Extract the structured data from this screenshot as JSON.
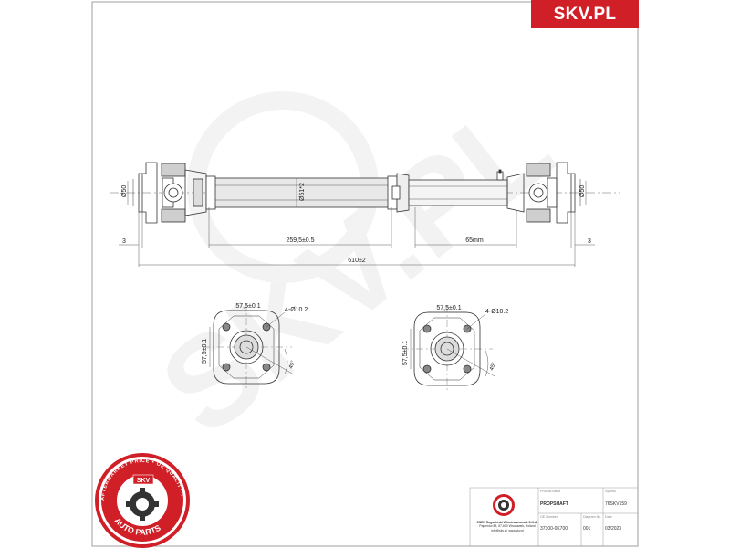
{
  "brand": {
    "logo_text": "SKV.PL",
    "color": "#d01f26"
  },
  "shaft": {
    "dim_left_dia": "Ø50",
    "dim_right_dia": "Ø50",
    "dim_tube_dia": "Ø51*2",
    "dim_tube_len": "259,5±0.5",
    "dim_slip": "65mm",
    "dim_end_left": "3",
    "dim_end_right": "3",
    "dim_total": "610±2"
  },
  "flanges": [
    {
      "spacing_h": "57,5±0.1",
      "spacing_v": "57,5±0.1",
      "holes": "4-Ø10.2",
      "angle": "45°"
    },
    {
      "spacing_h": "57,5±0.1",
      "spacing_v": "57,5±0.1",
      "holes": "4-Ø10.2",
      "angle": "45°"
    }
  ],
  "stamp": {
    "ring_text": "AFTERMARKET PRICE • OE QUALITY •",
    "center_text": "SKV",
    "bottom_text": "AUTO PARTS"
  },
  "watermark": "SKV.PL",
  "title_block": {
    "product_label": "Product name",
    "product_value": "PROPSHAFT",
    "symbol_label": "Symbol",
    "symbol_value": "76SKV159",
    "oe_label": "OE Number",
    "oe_value": "37300-0K700",
    "diagram_label": "Diagram No.",
    "diagram_value": "001",
    "date_label": "Date",
    "date_value": "03/2023",
    "company_lines": [
      "ESEN Rogoziński Wiśniewscowski S.K.A.",
      "Papierów 88, 57-600 Wrocławek, Poland",
      "info@skv.pl, www.skv.pl"
    ]
  }
}
